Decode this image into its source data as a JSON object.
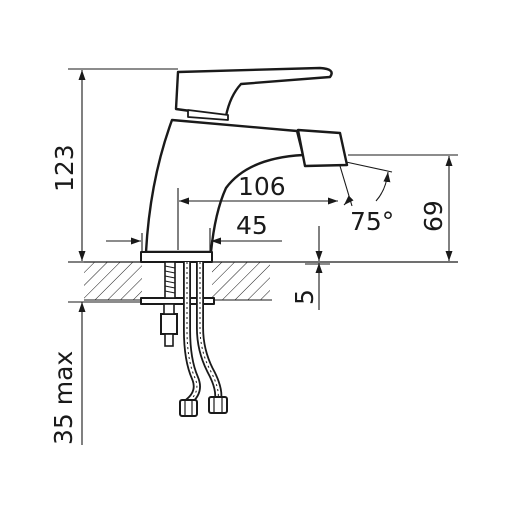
{
  "colors": {
    "line": "#1a1a1a",
    "background": "#ffffff",
    "hatch": "#1a1a1a"
  },
  "dimensions": {
    "height_total": "123",
    "spout_reach": "106",
    "base_offset": "45",
    "spray_angle": "75°",
    "spout_height": "69",
    "deck_thickness": "5",
    "max_deck": "35 max"
  }
}
